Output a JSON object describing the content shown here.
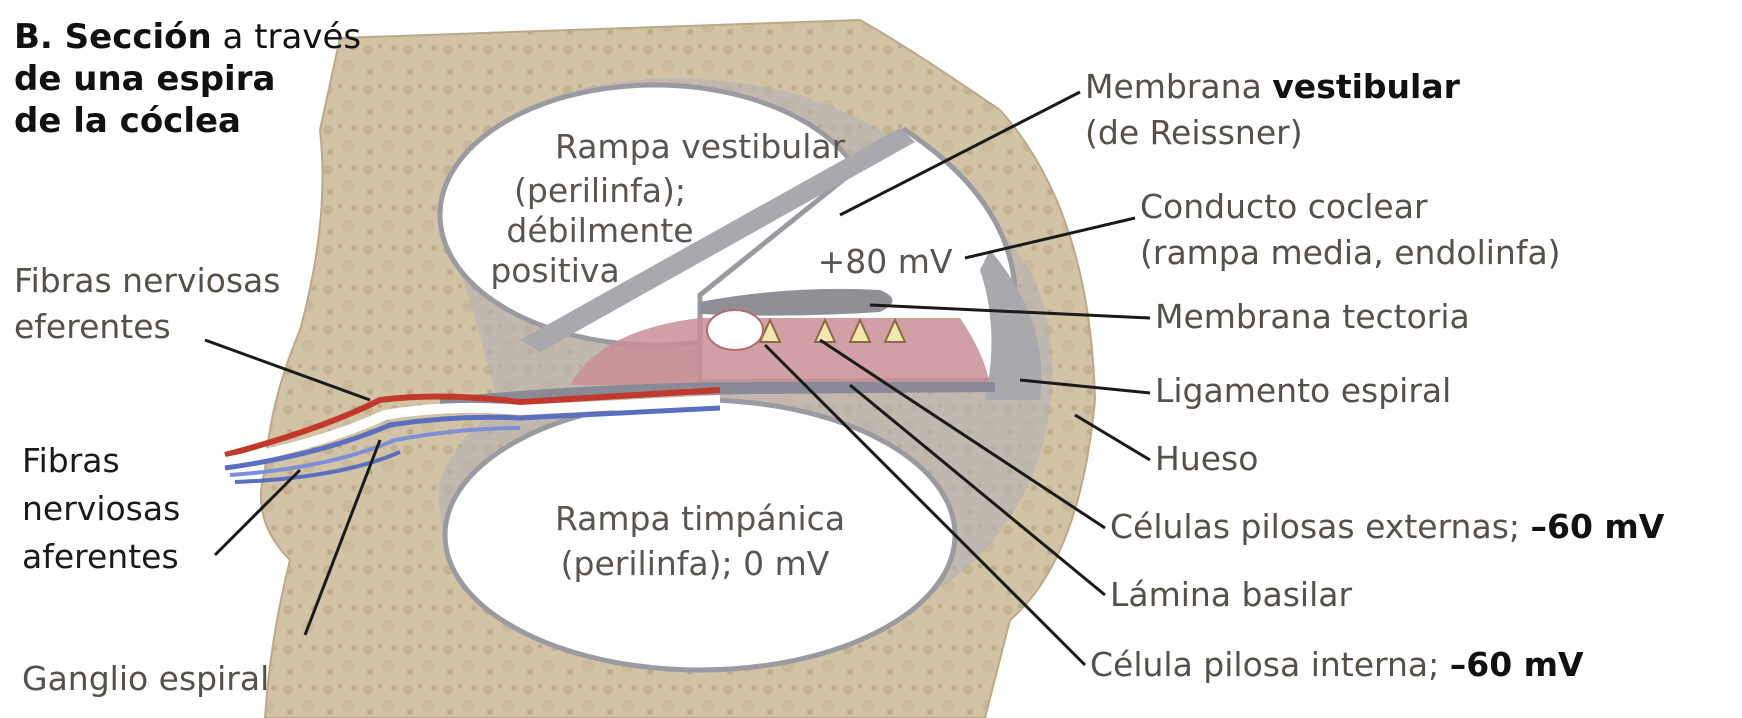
{
  "title": {
    "part1": "B. Sección",
    "part2": " a través",
    "line2": "de una espira",
    "line3": "de la cóclea"
  },
  "regions": {
    "scala_vestibuli": [
      "Rampa vestibular",
      "(perilinfa);",
      "débilmente",
      "positiva"
    ],
    "scala_tympani": [
      "Rampa timpánica",
      "(perilinfa); 0 mV"
    ],
    "duct_potential": "+80 mV"
  },
  "labels": {
    "reissner_1": "Membrana ",
    "reissner_1b": "vestibular",
    "reissner_2": "(de Reissner)",
    "duct_1": "Conducto coclear",
    "duct_2": "(rampa media, endolinfa)",
    "tectorial": "Membrana tectoria",
    "ligament": "Ligamento espiral",
    "bone": "Hueso",
    "outer_cells": "Células pilosas externas; ",
    "outer_cells_mv": "–60 mV",
    "basilar": "Lámina basilar",
    "inner_cell": "Célula pilosa interna; ",
    "inner_cell_mv": "–60 mV",
    "efferent_1": "Fibras nerviosas",
    "efferent_2": "eferentes",
    "afferent_1": "Fibras",
    "afferent_2": "nerviosas",
    "afferent_3": "aferentes",
    "ganglion": "Ganglio espiral"
  },
  "colors": {
    "bone": "#d2c2a6",
    "fluid": "#ffffff",
    "membrane": "#a9a9ad",
    "efferent": "#c0392b",
    "afferent": "#5b6fc0",
    "organ": "#c98e96"
  }
}
